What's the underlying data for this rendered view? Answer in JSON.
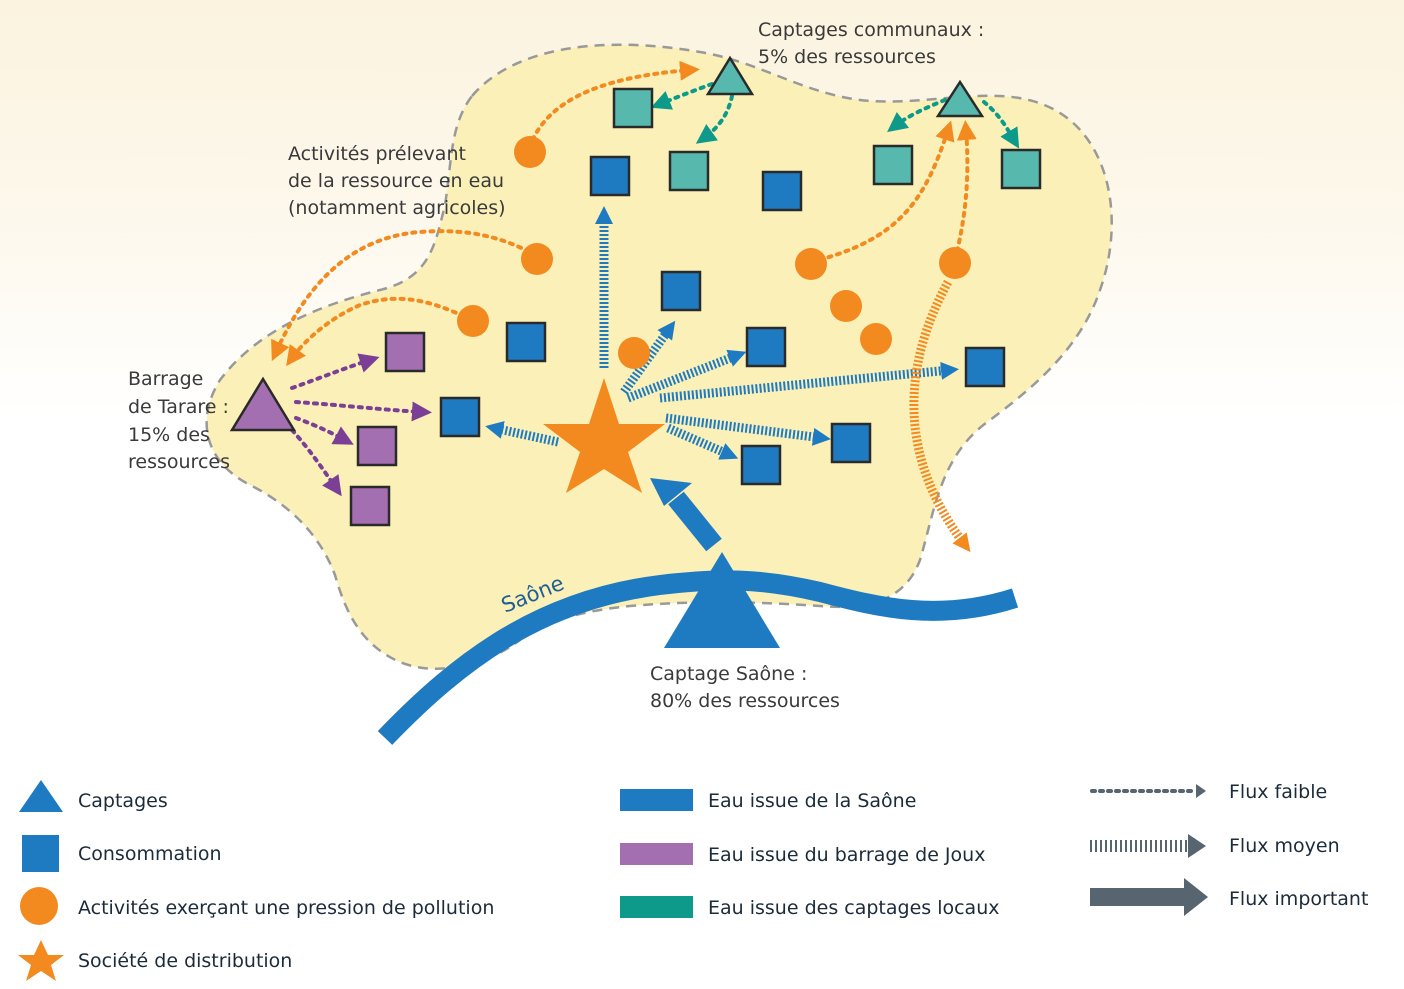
{
  "colors": {
    "saone_blue": "#1f7bc1",
    "joux_purple": "#a46fb0",
    "local_teal": "#57b9ae",
    "teal_dark": "#0d9a8a",
    "purple_dark": "#7b3f96",
    "orange": "#f28a20",
    "zone_fill": "#fbf0b8",
    "zone_border": "#999999",
    "flux_grey": "#56656f"
  },
  "labels": {
    "communaux_line1": "Captages communaux :",
    "communaux_line2": "5% des ressources",
    "activites_line1": "Activités prélevant",
    "activites_line2": "de la ressource en eau",
    "activites_line3": "(notamment agricoles)",
    "barrage_line1": "Barrage",
    "barrage_line2": "de Tarare :",
    "barrage_line3": "15% des",
    "barrage_line4": "ressources",
    "captage_saone_line1": "Captage Saône :",
    "captage_saone_line2": "80% des ressources",
    "river": "Saône"
  },
  "legend": {
    "symbols": [
      {
        "icon": "triangle-icon",
        "label": "Captages"
      },
      {
        "icon": "square-icon",
        "label": "Consommation"
      },
      {
        "icon": "circle-icon",
        "label": "Activités exerçant une pression de pollution"
      },
      {
        "icon": "star-icon",
        "label": "Société de distribution"
      }
    ],
    "sources": [
      {
        "color": "#1f7bc1",
        "label": "Eau issue de la Saône"
      },
      {
        "color": "#a46fb0",
        "label": "Eau issue du barrage de Joux"
      },
      {
        "color": "#0d9a8a",
        "label": "Eau issue des captages locaux"
      }
    ],
    "flux": [
      {
        "icon": "dotted-arrow-icon",
        "label": "Flux faible"
      },
      {
        "icon": "hatched-arrow-icon",
        "label": "Flux moyen"
      },
      {
        "icon": "thick-arrow-icon",
        "label": "Flux important"
      }
    ]
  }
}
